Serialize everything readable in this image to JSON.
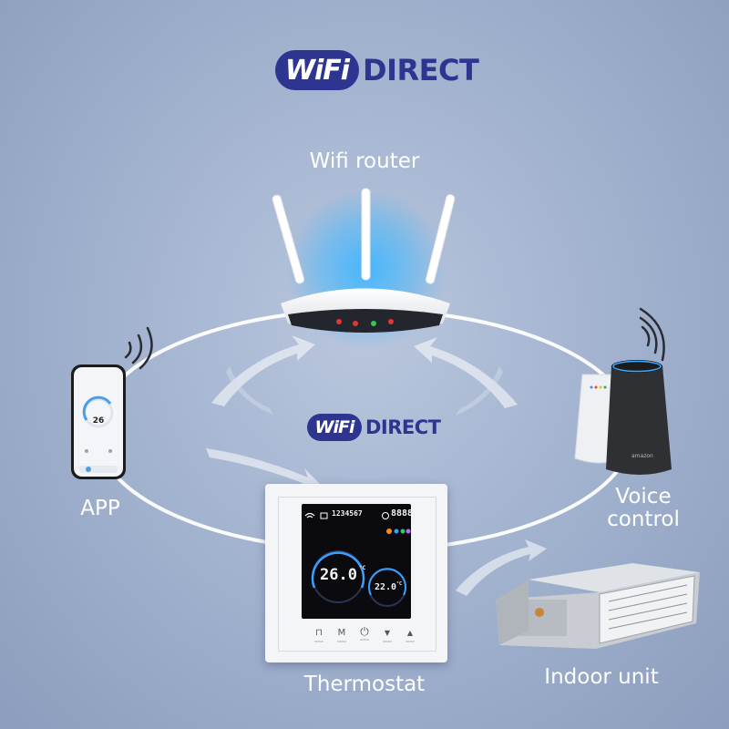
{
  "logo_top": {
    "badge": "WiFi",
    "word": "DIRECT"
  },
  "logo_center": {
    "badge": "WiFi",
    "word": "DIRECT"
  },
  "labels": {
    "router": "Wifi router",
    "app": "APP",
    "voice_line1": "Voice",
    "voice_line2": "control",
    "thermostat": "Thermostat",
    "indoor": "Indoor unit"
  },
  "phone": {
    "temperature": "26"
  },
  "thermostat": {
    "clock_digits": "1234567",
    "timer_digits": "8888",
    "main_temp": "26.0",
    "main_unit": "°C",
    "set_temp": "22.0",
    "set_unit": "°C",
    "buttons": [
      {
        "name": "power-off-symbol-button",
        "glyph": "⊓"
      },
      {
        "name": "mode-button",
        "glyph": "M"
      },
      {
        "name": "power-button",
        "glyph": "⏻"
      },
      {
        "name": "down-button",
        "glyph": "▼"
      },
      {
        "name": "up-button",
        "glyph": "▲"
      }
    ]
  },
  "speaker": {
    "brand": "amazon"
  },
  "colors": {
    "logo_blue": "#2d3590",
    "background": "#9fb0cd",
    "router_led_red": "#e23636",
    "router_led_green": "#2ecc4a",
    "router_glow": "#3fb6ff",
    "thermo_arc_blue": "#3aa0ff"
  }
}
